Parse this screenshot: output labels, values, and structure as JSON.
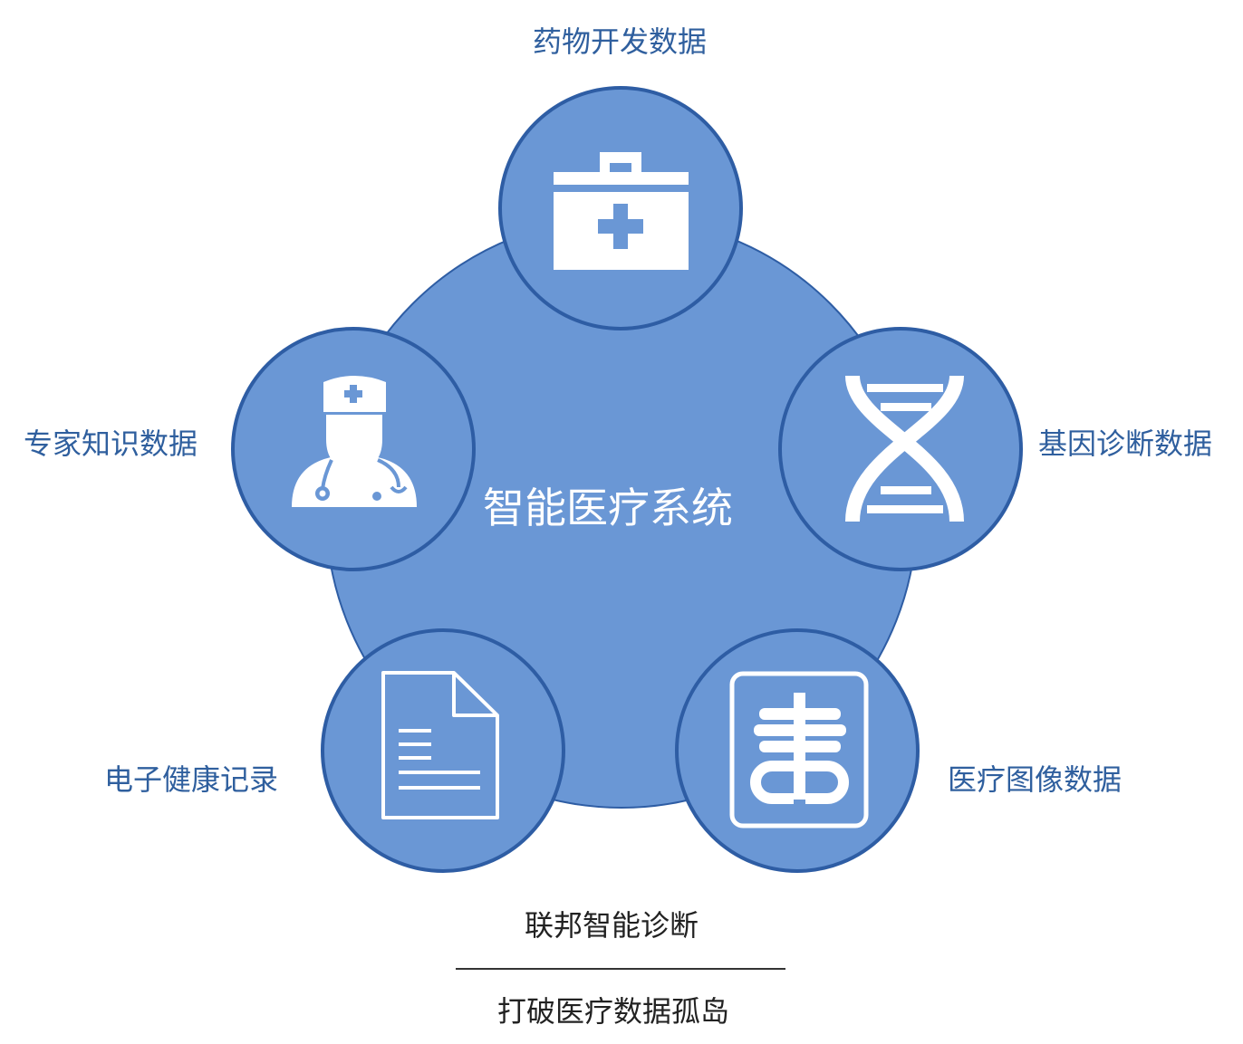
{
  "center": {
    "title": "智能医疗系统"
  },
  "nodes": [
    {
      "id": "drug",
      "label": "药物开发数据",
      "icon": "medical-kit-icon"
    },
    {
      "id": "gene",
      "label": "基因诊断数据",
      "icon": "dna-icon"
    },
    {
      "id": "imaging",
      "label": "医疗图像数据",
      "icon": "xray-icon"
    },
    {
      "id": "ehr",
      "label": "电子健康记录",
      "icon": "document-icon"
    },
    {
      "id": "expert",
      "label": "专家知识数据",
      "icon": "doctor-icon"
    }
  ],
  "footer": {
    "line1": "联邦智能诊断",
    "line2": "打破医疗数据孤岛"
  },
  "colors": {
    "fill": "#6a97d5",
    "stroke": "#2e5da4",
    "label": "#2f5f9e",
    "icon": "#ffffff"
  }
}
